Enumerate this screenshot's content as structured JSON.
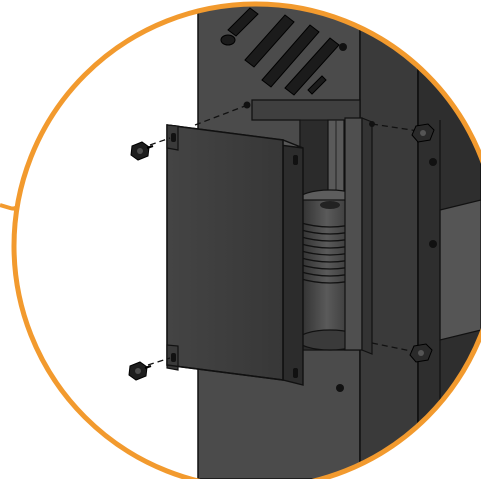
{
  "figure": {
    "kind": "exploded assembly detail callout",
    "callout_ring_color": "#f29a2e",
    "panel_color": "#4a4a4a",
    "panel_dark_color": "#2f2f2f",
    "cover_color": "#3d3d3d",
    "edge_color": "#111111",
    "screw_color": "#1e1e1e",
    "leader_line_style": "dashed",
    "components": {
      "cover_plate": "cover-plate",
      "mounting_screws": 2,
      "frame_bolts": 2,
      "spring_coils": 9
    }
  }
}
